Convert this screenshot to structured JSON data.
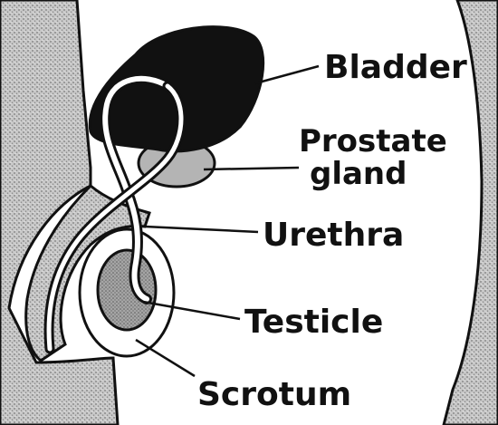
{
  "labels": {
    "bladder": "Bladder",
    "prostate_line1": "Prostate",
    "prostate_line2": "gland",
    "urethra": "Urethra",
    "testicle": "Testicle",
    "scrotum": "Scrotum"
  },
  "colors": {
    "ink": "#111111",
    "stipple": "#9a9a9a",
    "paper": "#ffffff",
    "gland": "#b4b4b4"
  }
}
